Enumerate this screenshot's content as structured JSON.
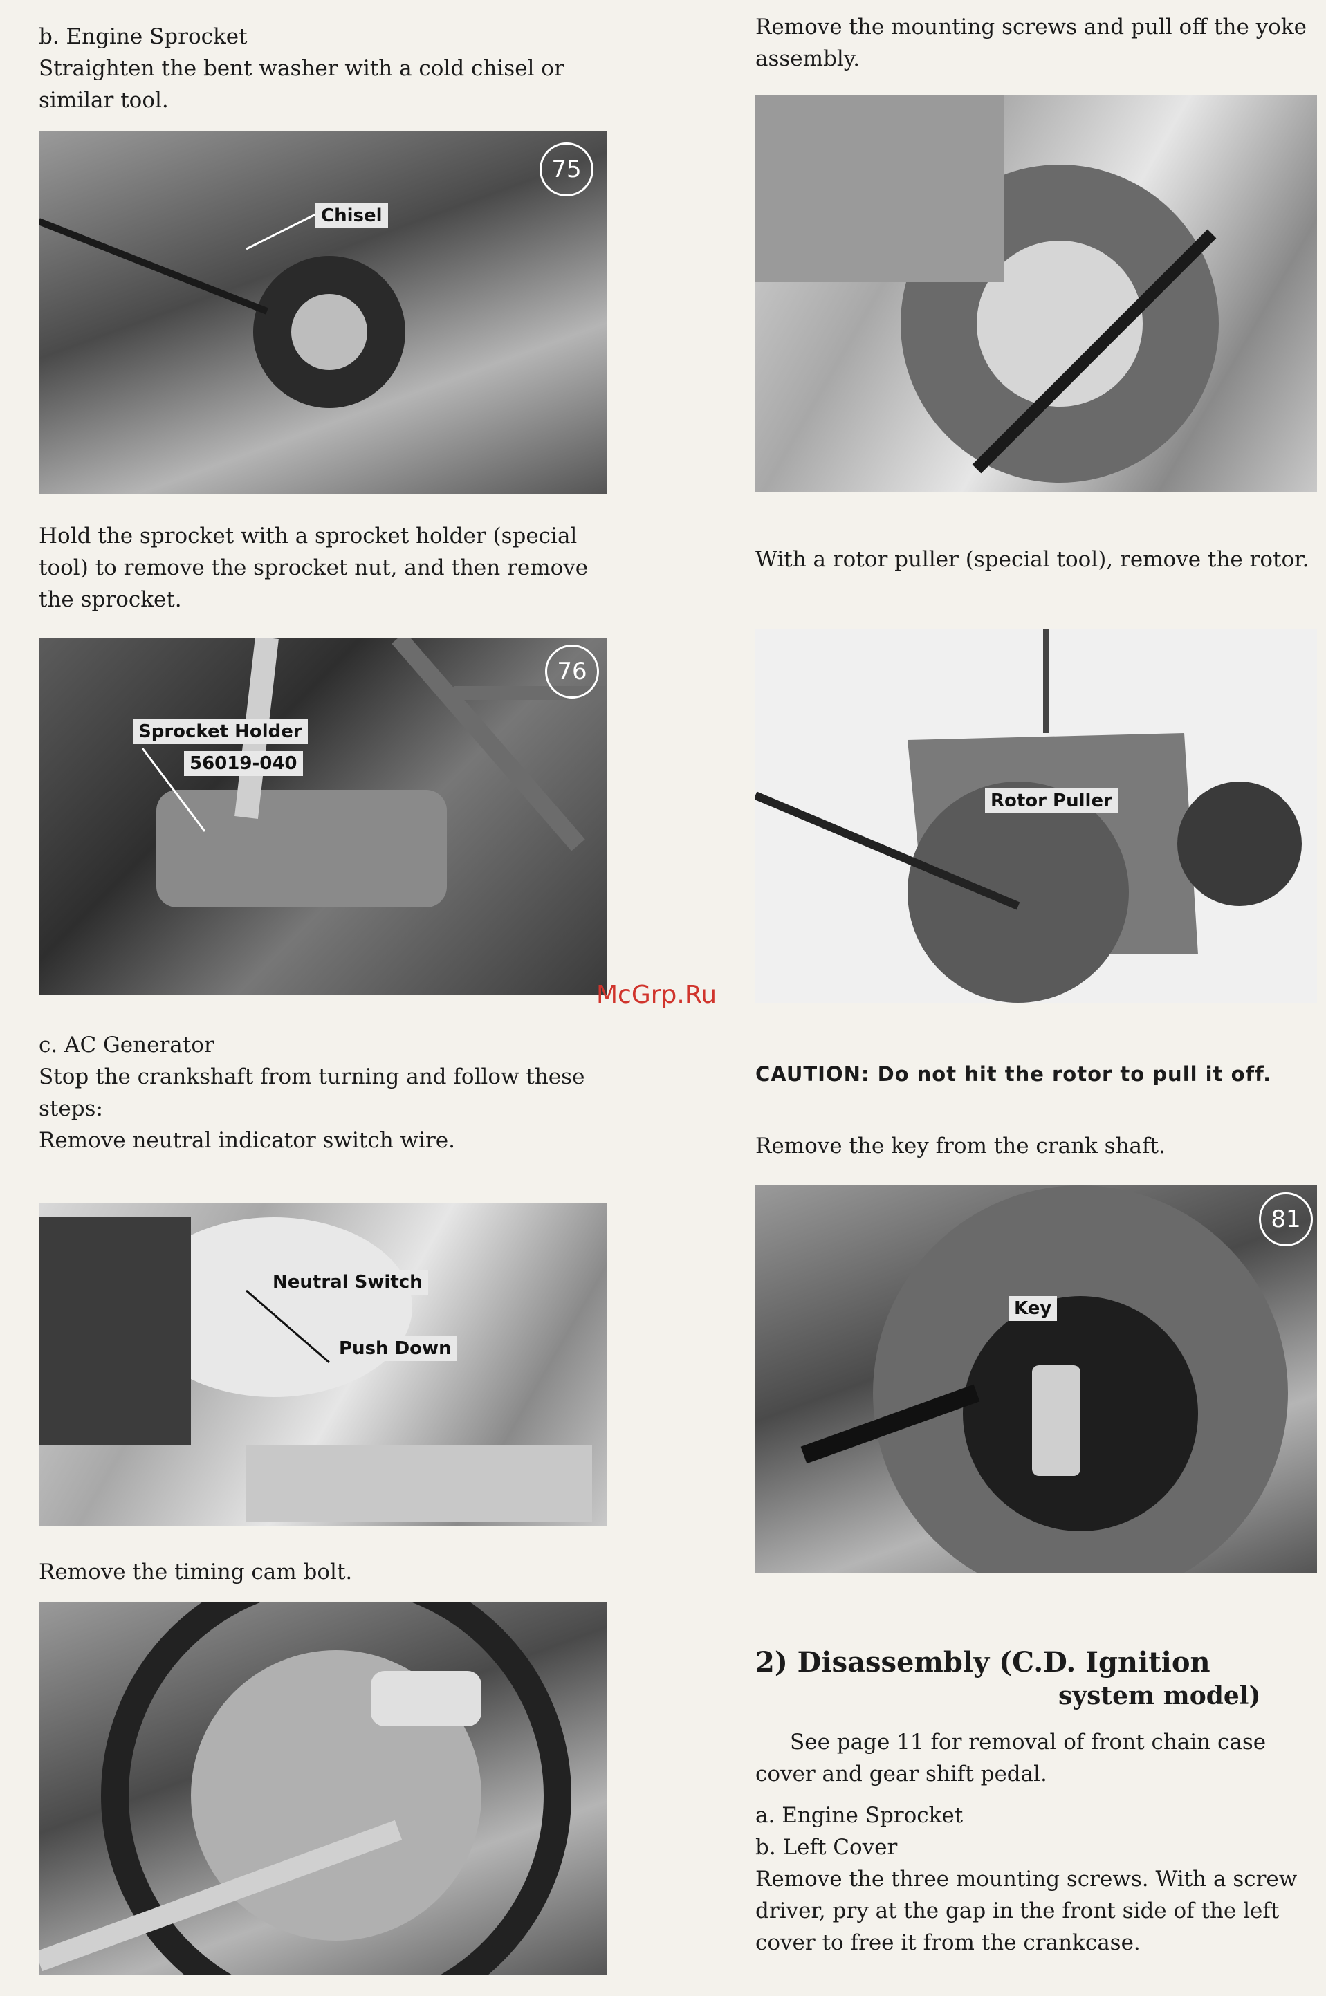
{
  "left": {
    "b_heading": "b. Engine Sprocket",
    "b_text": "Straighten the bent washer with a cold chisel or similar tool.",
    "fig75": {
      "number": "75",
      "label": "Chisel"
    },
    "holder_text": "Hold the sprocket with a sprocket holder (special tool) to remove the sprocket nut, and then remove the sprocket.",
    "fig76": {
      "number": "76",
      "label1": "Sprocket Holder",
      "label2": "56019-040"
    },
    "c_heading": "c. AC Generator",
    "c_text1": "Stop the crankshaft from turning and follow these steps:",
    "c_text2": "Remove neutral indicator switch wire.",
    "fig77": {
      "label1": "Neutral Switch",
      "label2": "Push Down"
    },
    "timing_text": "Remove the timing cam bolt."
  },
  "right": {
    "yoke_text": "Remove the mounting screws and pull off the yoke assembly.",
    "rotor_text": "With a rotor puller (special tool), remove the rotor.",
    "fig80": {
      "label": "Rotor Puller"
    },
    "caution": "CAUTION:  Do not hit the rotor to pull it off.",
    "key_text": "Remove the key from the crank shaft.",
    "fig81": {
      "number": "81",
      "label": "Key"
    },
    "section_line1": "2) Disassembly (C.D. Ignition",
    "section_line2": "system model)",
    "see_text": "See page 11 for removal of front chain case cover and gear shift pedal.",
    "item_a": "a. Engine Sprocket",
    "item_b": "b. Left Cover",
    "cover_text": "Remove the three mounting screws. With a screw driver, pry at the gap in the front side of the left cover to free it from the crankcase."
  },
  "watermark": "McGrp.Ru"
}
